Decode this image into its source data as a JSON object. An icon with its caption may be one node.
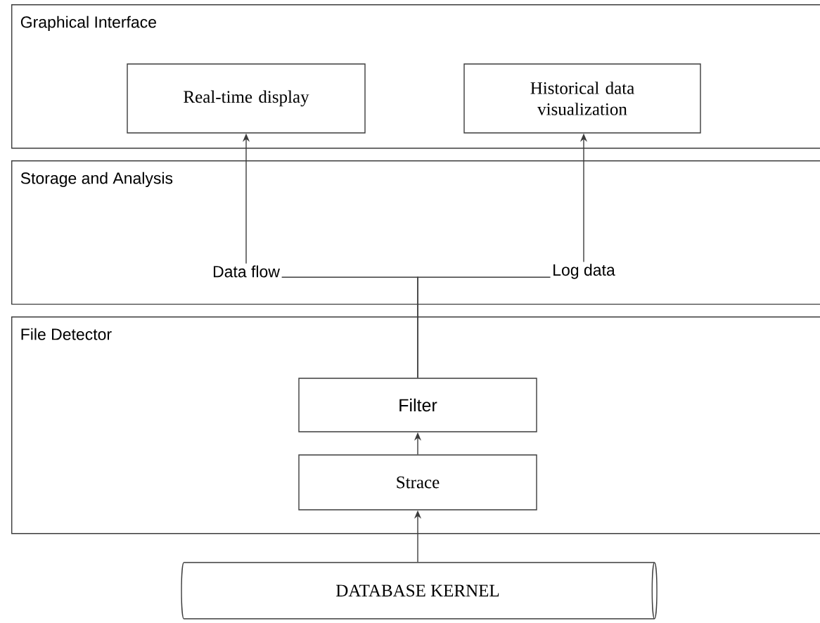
{
  "diagram": {
    "nodes": [
      {
        "text": [
          "Graphical Interface"
        ]
      },
      {
        "text": [
          "Real-time display"
        ],
        "in": 0
      },
      {
        "text": [
          "Historical data visualization"
        ],
        "in": 0
      },
      {
        "text": [
          "Storage and Analysis"
        ]
      },
      {
        "text": [
          "Data flow"
        ],
        "in": 3
      },
      {
        "text": [
          "Log data"
        ],
        "in": 3
      },
      {
        "text": [
          "File Detector"
        ]
      },
      {
        "text": [
          "Filter"
        ],
        "in": 6
      },
      {
        "text": [
          "Strace"
        ],
        "in": 6
      },
      {
        "text": [
          "DATABASE KERNEL"
        ]
      }
    ],
    "edges": [
      {
        "from": 4,
        "to": 1,
        "arrow": "to"
      },
      {
        "from": 5,
        "to": 2,
        "arrow": "to"
      },
      {
        "from": 7,
        "to": 4,
        "arrow": "none"
      },
      {
        "from": 7,
        "to": 5,
        "arrow": "none"
      },
      {
        "from": 8,
        "to": 7,
        "arrow": "to"
      },
      {
        "from": 9,
        "to": 8,
        "arrow": "to"
      }
    ]
  }
}
